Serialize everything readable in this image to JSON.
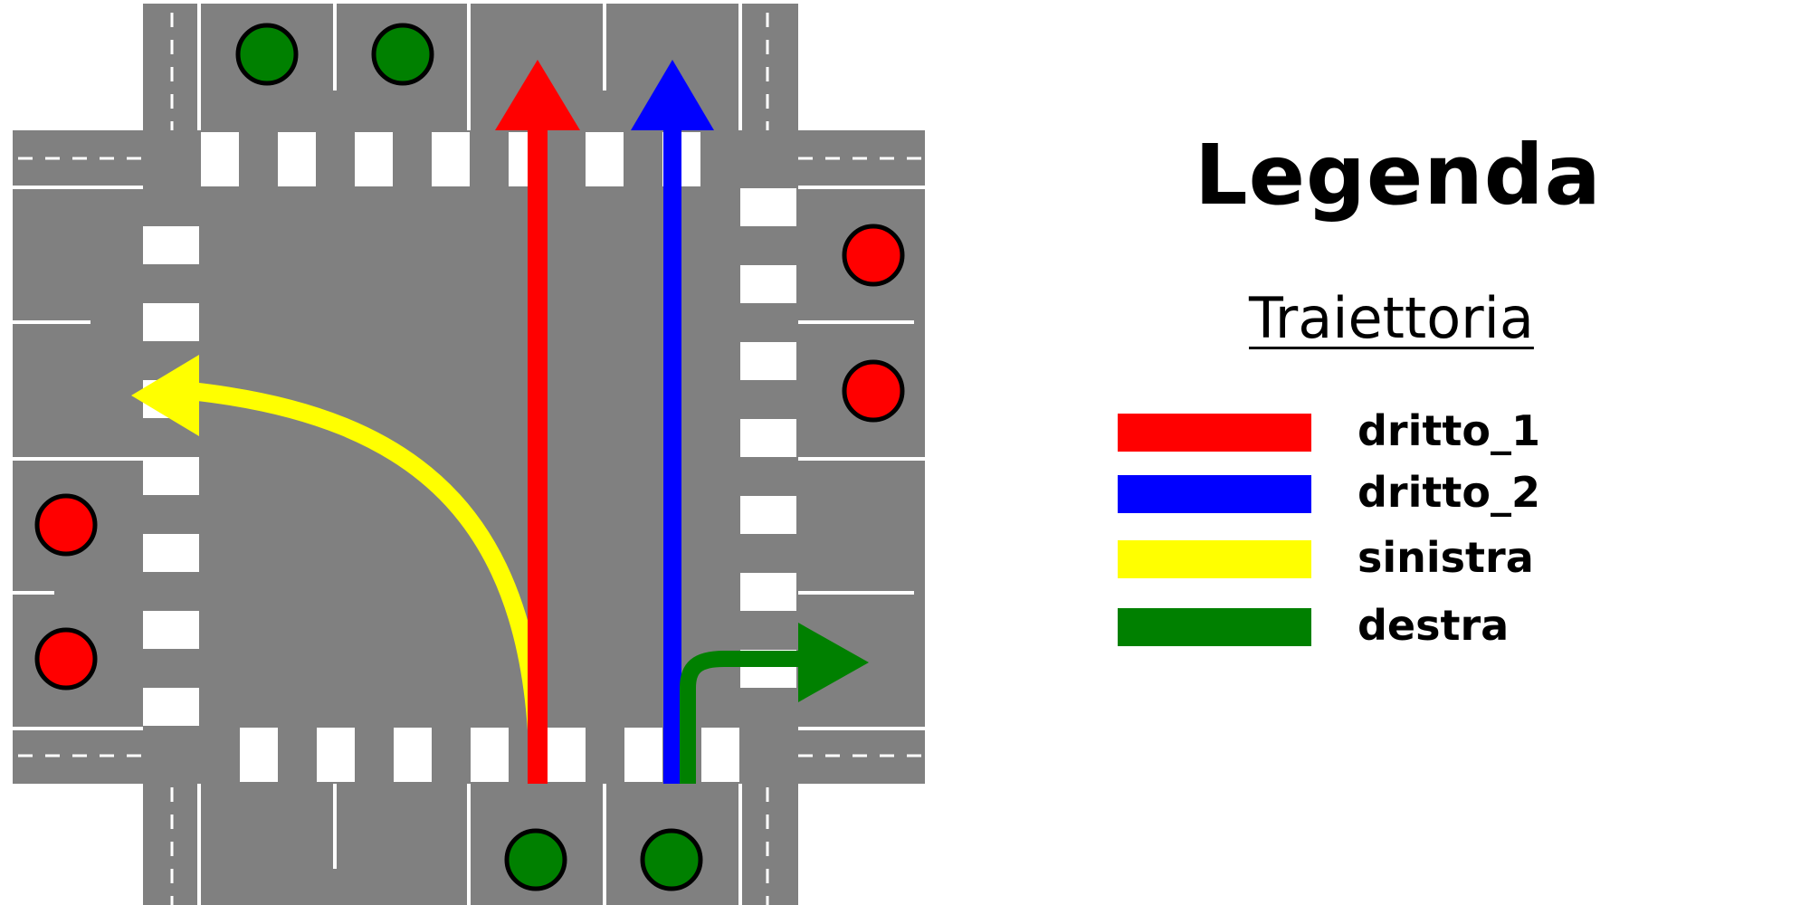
{
  "legend": {
    "title": "Legenda",
    "subtitle": "Traiettoria",
    "items": [
      {
        "label": "dritto_1",
        "color": "#ff0000"
      },
      {
        "label": "dritto_2",
        "color": "#0000ff"
      },
      {
        "label": "sinistra",
        "color": "#ffff00"
      },
      {
        "label": "destra",
        "color": "#008000"
      }
    ]
  },
  "colors": {
    "road": "#808080",
    "marking": "#ffffff",
    "signal_go": "#008000",
    "signal_stop": "#ff0000"
  },
  "signals": {
    "north": "green",
    "south": "green",
    "east": "red",
    "west": "red"
  }
}
